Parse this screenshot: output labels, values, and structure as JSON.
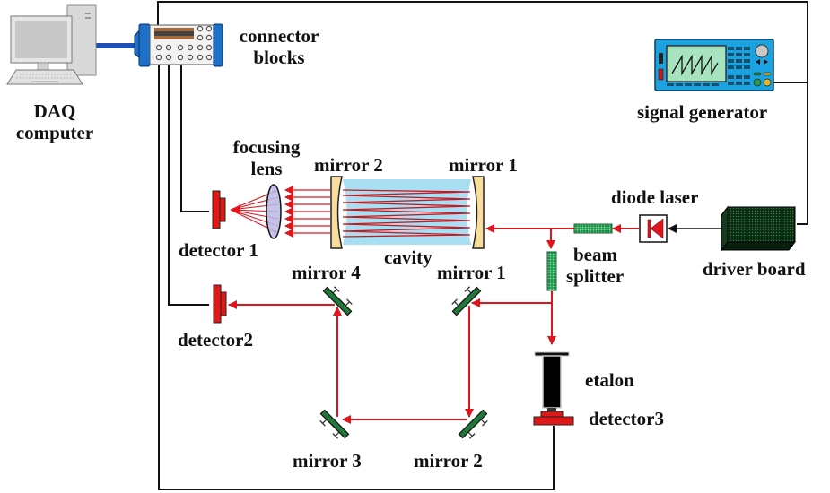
{
  "labels": {
    "daq_computer": [
      "DAQ",
      "computer"
    ],
    "connector_blocks": [
      "connector",
      "blocks"
    ],
    "signal_generator": "signal generator",
    "focusing_lens": [
      "focusing",
      "lens"
    ],
    "cavity_mirror_2": "mirror 2",
    "cavity_mirror_1": "mirror 1",
    "diode_laser": "diode laser",
    "detector_1": "detector 1",
    "cavity": "cavity",
    "beam_splitter": [
      "beam",
      "splitter"
    ],
    "driver_board": "driver board",
    "mirror_4": "mirror 4",
    "mirror_1": "mirror 1",
    "detector_2": "detector2",
    "etalon": "etalon",
    "detector_3": "detector3",
    "mirror_3": "mirror 3",
    "mirror_2": "mirror 2"
  },
  "colors": {
    "beam": "#e0141b",
    "wire": "#111111",
    "usb_cable": "#1f4fb0",
    "connector_body": "#1e6fc8",
    "signal_gen_body": "#1aa3e0",
    "signal_gen_screen": "#a8e3c0",
    "cavity_fill": "#a9dff2",
    "mirror_fill": "#f9dd9c",
    "detector": "#e01818",
    "optic_mirror": "#1f7a3a",
    "splitter": "#2fb060",
    "driver_board": "#0f3a1a",
    "lens": "#b9b9e6"
  }
}
